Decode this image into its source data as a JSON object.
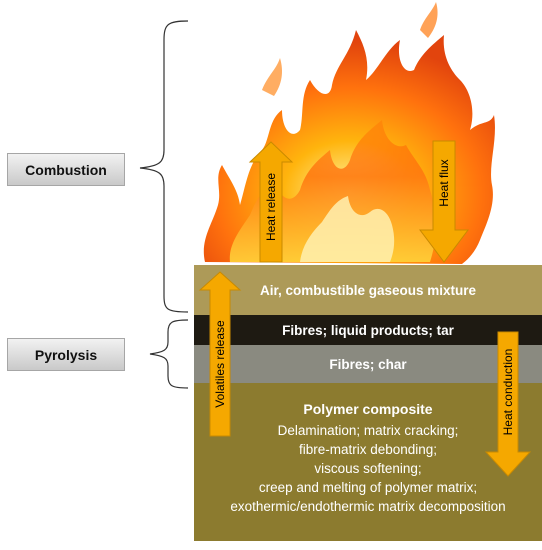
{
  "stages": {
    "combustion": "Combustion",
    "pyrolysis": "Pyrolysis"
  },
  "layers": {
    "air": "Air, combustible gaseous mixture",
    "fibres_liquid": "Fibres; liquid products; tar",
    "fibres_char": "Fibres; char",
    "composite_title": "Polymer composite",
    "composite_lines": [
      "Delamination; matrix cracking;",
      "fibre-matrix debonding;",
      "viscous softening;",
      "creep and melting of polymer matrix;",
      "exothermic/endothermic matrix decomposition"
    ]
  },
  "arrows": {
    "heat_release": "Heat release",
    "heat_flux": "Heat flux",
    "volatiles_release": "Volatiles release",
    "heat_conduction": "Heat conduction"
  },
  "colors": {
    "arrow_fill": "#f5a800",
    "arrow_stroke": "#c98a00",
    "air_layer": "#ad9a58",
    "tar_layer": "#1e1a12",
    "char_layer": "#8a8a80",
    "composite_layer": "#8c7b2f"
  }
}
